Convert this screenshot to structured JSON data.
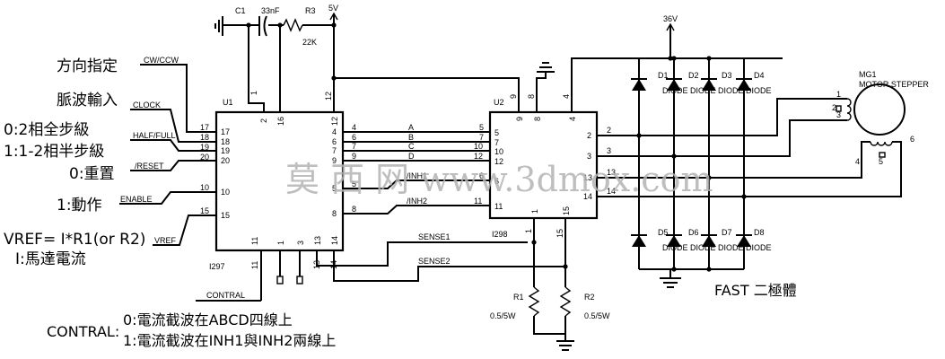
{
  "annotations": {
    "direction": "方向指定",
    "pulse_input": "脈波輸入",
    "full_step": "0:2相全步級",
    "half_step": "1:1-2相半步級",
    "reset0": "0:重置",
    "enable1": "1:動作",
    "vref_formula": "VREF= I*R1(or R2)",
    "motor_current": "I:馬達電流",
    "contral_label": "CONTRAL:",
    "contral0": "0:電流截波在ABCD四線上",
    "contral1": "1:電流截波在INH1與INH2兩線上",
    "fast_diode": "FAST 二極體"
  },
  "signals": {
    "cw_ccw": "CW/CCW",
    "clock": "CLOCK",
    "half_full": "HALF/FULL",
    "reset": "/RESET",
    "enable": "ENABLE",
    "vref": "VREF",
    "contral": "CONTRAL",
    "a": "A",
    "b": "B",
    "c": "C",
    "d": "D",
    "inh1": "/INH1",
    "inh2": "/INH2",
    "sense1": "SENSE1",
    "sense2": "SENSE2"
  },
  "components": {
    "c1": "C1",
    "c1_value": "33nF",
    "r3": "R3",
    "r3_value": "22K",
    "v5": "5V",
    "v36": "36V",
    "u1": "U1",
    "u1_part": "I297",
    "u2": "U2",
    "u2_part": "I298",
    "r1": "R1",
    "r1_value": "0.5/5W",
    "r2": "R2",
    "r2_value": "0.5/5W",
    "d1": "D1",
    "d2": "D2",
    "d3": "D3",
    "d4": "D4",
    "d5": "D5",
    "d6": "D6",
    "d7": "D7",
    "d8": "D8",
    "diode_top": "DIODE DIODE DIODE DIODE",
    "diode_bottom": "DIODE DIODE DIODE DIODE",
    "mg1": "MG1",
    "motor": "MOTOR STEPPER"
  },
  "u1_pins": {
    "left": [
      "17",
      "18",
      "19",
      "20",
      "10",
      "15"
    ],
    "left_outside": [
      "17",
      "18",
      "19",
      "20",
      "10",
      "15"
    ],
    "top": [
      "2",
      "16",
      "12"
    ],
    "top_outside": [
      "1",
      "12"
    ],
    "right": [
      "4",
      "6",
      "7",
      "9",
      "5",
      "8"
    ],
    "right_outside": [
      "4",
      "6",
      "7",
      "9",
      "5",
      "8"
    ],
    "bottom": [
      "11",
      "1",
      "3",
      "13",
      "14"
    ],
    "bottom_outside": [
      "11",
      "13",
      "14"
    ]
  },
  "u2_pins": {
    "left": [
      "5",
      "7",
      "10",
      "12",
      "6",
      "11"
    ],
    "left_outside": [
      "5",
      "7",
      "10",
      "12",
      "6",
      "11"
    ],
    "top": [
      "9",
      "8",
      "4"
    ],
    "top_outside": [
      "9",
      "8",
      "4"
    ],
    "right": [
      "2",
      "3",
      "13",
      "14"
    ],
    "right_outside": [
      "2",
      "3",
      "13",
      "14"
    ],
    "bottom": [
      "1",
      "15"
    ],
    "bottom_outside": [
      "1",
      "15"
    ]
  },
  "motor_pins": [
    "1",
    "3",
    "2",
    "4",
    "5",
    "6"
  ],
  "watermark": "莫 西 网 www.3dmox.com"
}
